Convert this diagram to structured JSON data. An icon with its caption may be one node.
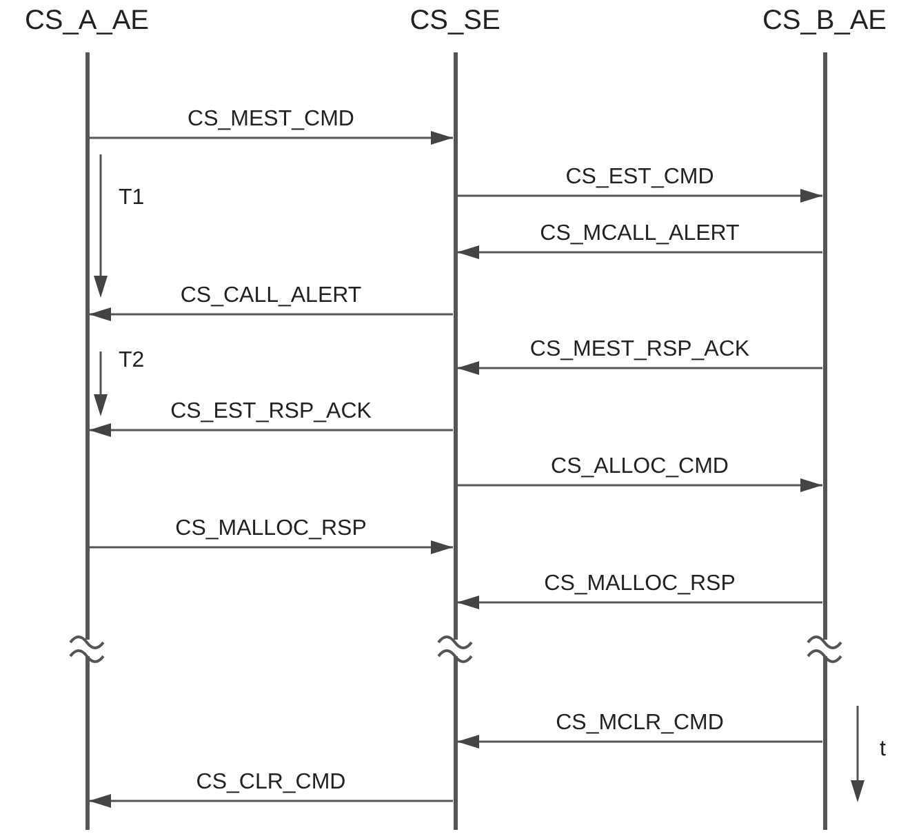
{
  "diagram": {
    "nodes": [
      {
        "text": [
          "CS_A_AE"
        ]
      },
      {
        "text": [
          "CS_SE"
        ]
      },
      {
        "text": [
          "CS_B_AE"
        ]
      }
    ],
    "edges": [
      {
        "from": 0,
        "to": 1,
        "arrow": "to",
        "label": "CS_MEST_CMD"
      },
      {
        "from": 1,
        "to": 2,
        "arrow": "to",
        "label": "CS_EST_CMD"
      },
      {
        "from": 2,
        "to": 1,
        "arrow": "to",
        "label": "CS_MCALL_ALERT"
      },
      {
        "from": 1,
        "to": 0,
        "arrow": "to",
        "label": "CS_CALL_ALERT"
      },
      {
        "from": 2,
        "to": 1,
        "arrow": "to",
        "label": "CS_MEST_RSP_ACK"
      },
      {
        "from": 1,
        "to": 0,
        "arrow": "to",
        "label": "CS_EST_RSP_ACK"
      },
      {
        "from": 1,
        "to": 2,
        "arrow": "to",
        "label": "CS_ALLOC_CMD"
      },
      {
        "from": 0,
        "to": 1,
        "arrow": "to",
        "label": "CS_MALLOC_RSP"
      },
      {
        "from": 2,
        "to": 1,
        "arrow": "to",
        "label": "CS_MALLOC_RSP"
      },
      {
        "from": 2,
        "to": 1,
        "arrow": "to",
        "label": "CS_MCLR_CMD"
      },
      {
        "from": 1,
        "to": 0,
        "arrow": "to",
        "label": "CS_CLR_CMD"
      }
    ],
    "labels": [
      "T1",
      "T2",
      "t"
    ]
  }
}
